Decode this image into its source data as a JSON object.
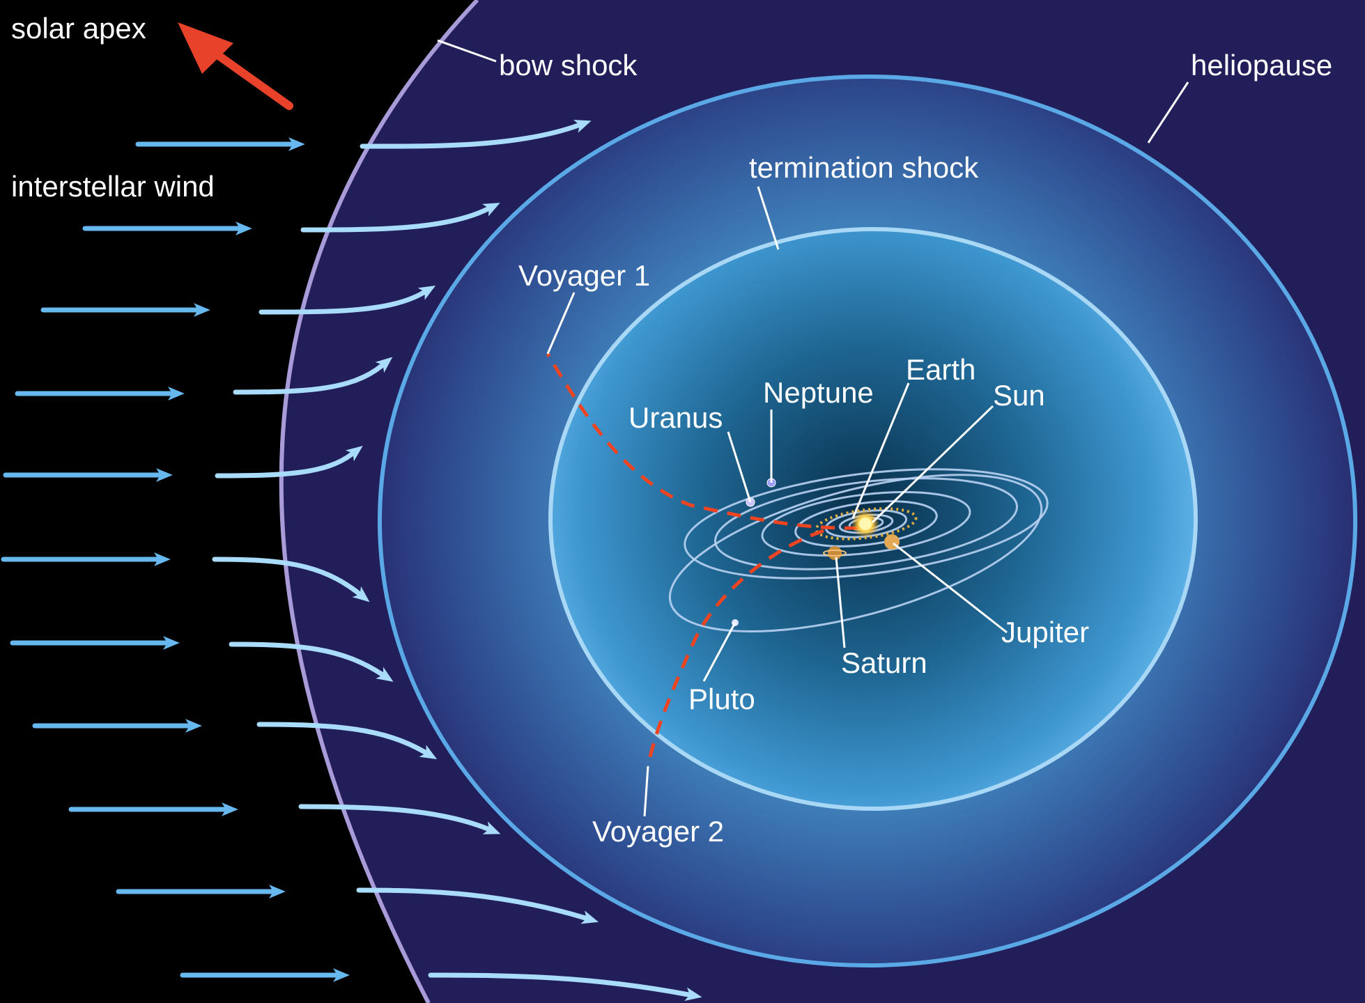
{
  "labels": {
    "solar_apex": "solar apex",
    "bow_shock": "bow shock",
    "heliopause": "heliopause",
    "interstellar_wind": "interstellar wind",
    "termination_shock": "termination shock",
    "voyager1": "Voyager 1",
    "voyager2": "Voyager 2",
    "earth": "Earth",
    "neptune": "Neptune",
    "sun": "Sun",
    "uranus": "Uranus",
    "jupiter": "Jupiter",
    "saturn": "Saturn",
    "pluto": "Pluto"
  },
  "colors": {
    "background": "#000000",
    "bow_shock_region": "#221e5a",
    "heliosheath": "#4a8cc6",
    "heliopause_line": "#5aa9e6",
    "termination_shock_line": "#9fd3f5",
    "bow_shock_line": "#a99ad8",
    "interstellar_wind_arrows": "#66b8ee",
    "solar_apex_arrow": "#e8432a",
    "voyager_trajectory": "#ee4422"
  }
}
